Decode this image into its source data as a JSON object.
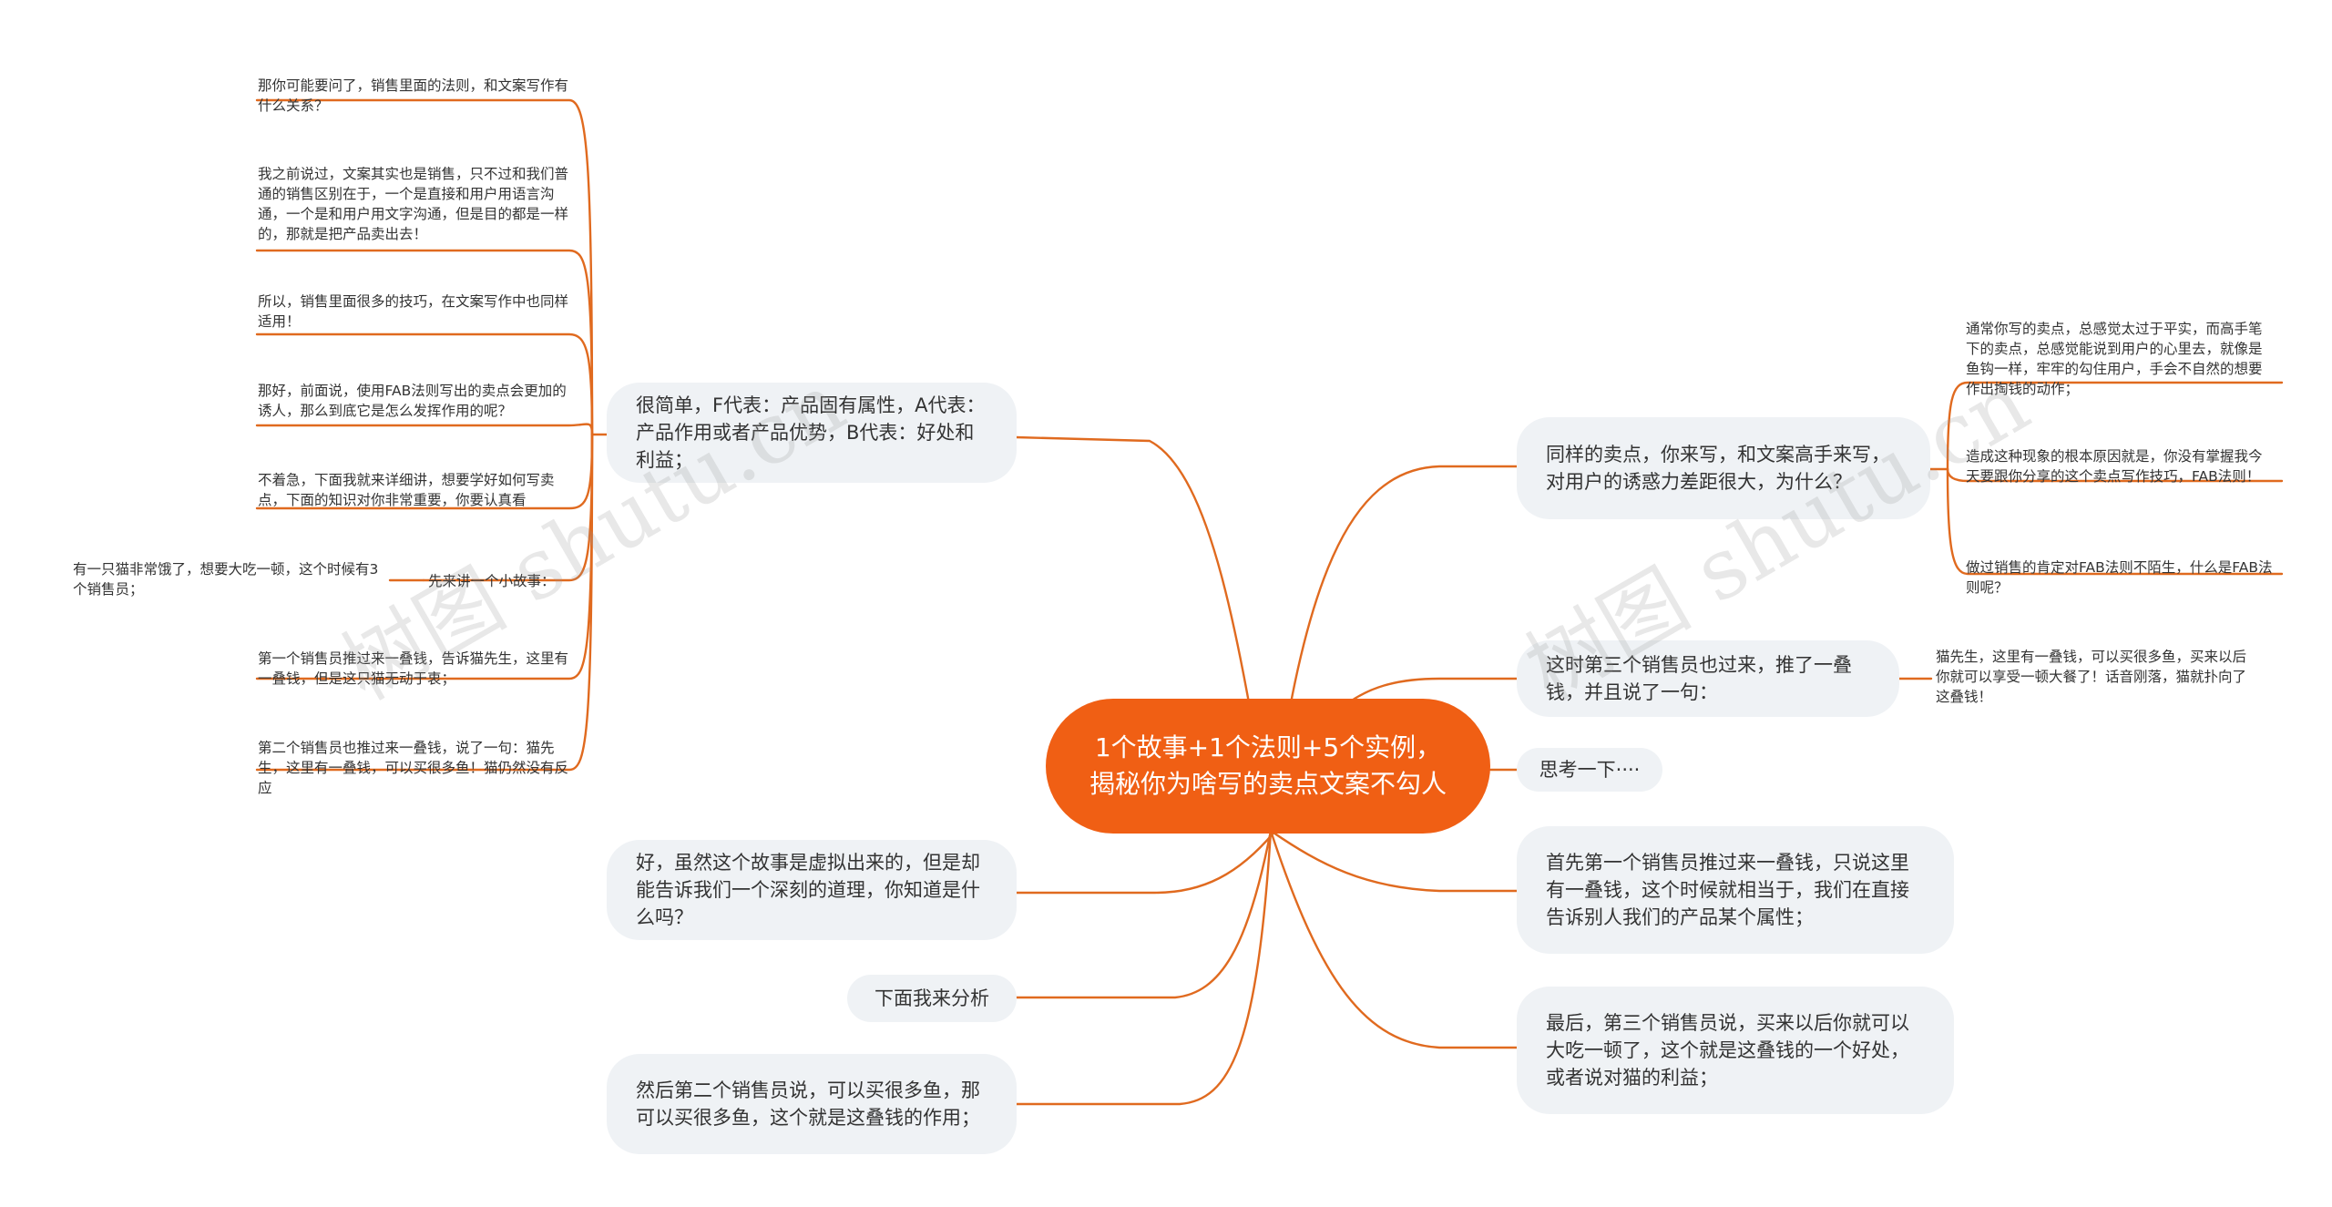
{
  "title": "1个故事+1个法则+5个实例，揭秘你为啥写的卖点文案不勾人",
  "watermark": "树图 shutu.cn",
  "colors": {
    "accent": "#f05f14",
    "line": "#e06a1f",
    "bubble_bg": "#eff2f5"
  },
  "left": {
    "b1": "很简单，F代表：产品固有属性，A代表：产品作用或者产品优势，B代表：好处和利益；",
    "b1_children": [
      "那你可能要问了，销售里面的法则，和文案写作有什么关系？",
      "我之前说过，文案其实也是销售，只不过和我们普通的销售区别在于，一个是直接和用户用语言沟通，一个是和用户用文字沟通，但是目的都是一样的，那就是把产品卖出去！",
      "所以，销售里面很多的技巧，在文案写作中也同样适用！",
      "那好，前面说，使用FAB法则写出的卖点会更加的诱人，那么到底它是怎么发挥作用的呢？",
      "不着急，下面我就来详细讲，想要学好如何写卖点，下面的知识对你非常重要，你要认真看",
      "先来讲一个小故事：",
      "第一个销售员推过来一叠钱，告诉猫先生，这里有一叠钱，但是这只猫无动于衷；",
      "第二个销售员也推过来一叠钱，说了一句：猫先生，这里有一叠钱，可以买很多鱼！猫仍然没有反应"
    ],
    "story_child": "有一只猫非常饿了，想要大吃一顿，这个时候有3个销售员；",
    "b2": "好，虽然这个故事是虚拟出来的，但是却能告诉我们一个深刻的道理，你知道是什么吗？",
    "b3": "下面我来分析",
    "b4": "然后第二个销售员说，可以买很多鱼，那可以买很多鱼，这个就是这叠钱的作用；"
  },
  "right": {
    "r1": "同样的卖点，你来写，和文案高手来写，对用户的诱惑力差距很大，为什么？",
    "r1_children": [
      "通常你写的卖点，总感觉太过于平实，而高手笔下的卖点，总感觉能说到用户的心里去，就像是鱼钩一样，牢牢的勾住用户，手会不自然的想要作出掏钱的动作；",
      "造成这种现象的根本原因就是，你没有掌握我今天要跟你分享的这个卖点写作技巧，FAB法则！",
      "做过销售的肯定对FAB法则不陌生，什么是FAB法则呢？"
    ],
    "r2": "这时第三个销售员也过来，推了一叠钱，并且说了一句：",
    "r2_child": "猫先生，这里有一叠钱，可以买很多鱼，买来以后你就可以享受一顿大餐了！话音刚落，猫就扑向了这叠钱！",
    "r3": "思考一下····",
    "r4": "首先第一个销售员推过来一叠钱，只说这里有一叠钱，这个时候就相当于，我们在直接告诉别人我们的产品某个属性；",
    "r5": "最后，第三个销售员说，买来以后你就可以大吃一顿了，这个就是这叠钱的一个好处，或者说对猫的利益；"
  }
}
